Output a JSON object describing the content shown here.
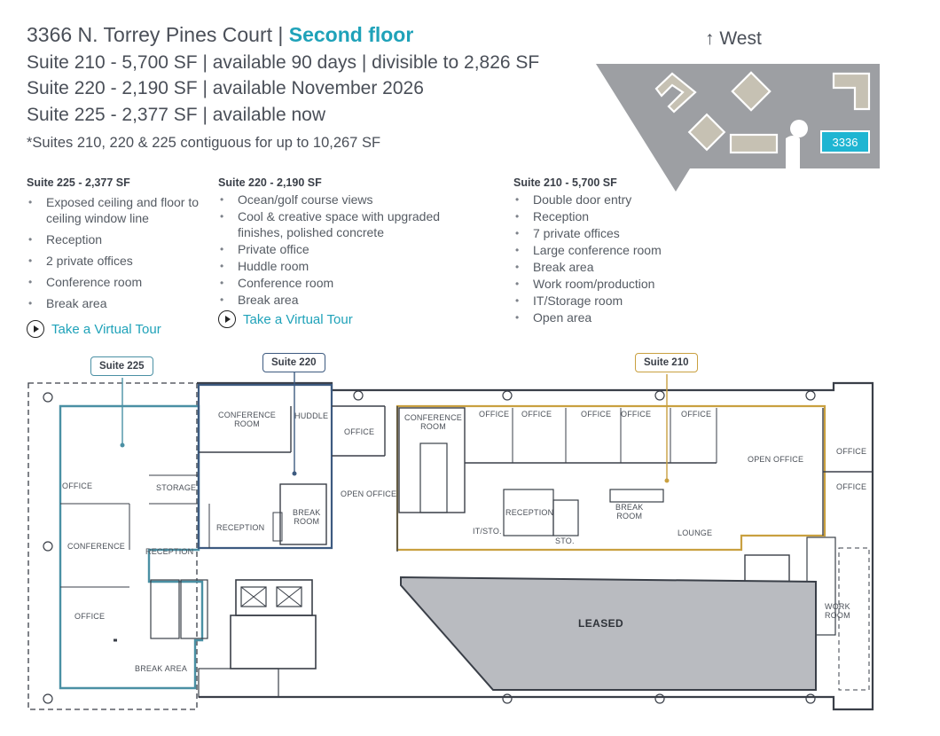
{
  "header": {
    "address": "3366 N. Torrey Pines Court | ",
    "floor": "Second floor",
    "lines": [
      "Suite 210 - 5,700 SF | available 90 days | divisible to 2,826 SF",
      "Suite 220 - 2,190 SF | available November 2026",
      "Suite 225 - 2,377 SF | available now"
    ],
    "note": "*Suites 210, 220 & 225 contiguous for up to 10,267 SF"
  },
  "site_map": {
    "north_label": "West",
    "north_arrow": "↑",
    "building_label": "3336"
  },
  "columns": [
    {
      "title": "Suite 225 - 2,377 SF",
      "items": [
        "Exposed ceiling and floor to ceiling window line",
        "Reception",
        "2 private offices",
        "Conference room",
        "Break area"
      ],
      "tour": "Take a Virtual Tour"
    },
    {
      "title": "Suite 220 - 2,190 SF",
      "items": [
        "Ocean/golf course views",
        "Cool & creative space with upgraded finishes, polished concrete",
        "Private office",
        "Huddle room",
        "Conference room",
        "Break area"
      ],
      "tour": "Take a Virtual Tour"
    },
    {
      "title": "Suite 210 - 5,700 SF",
      "items": [
        "Double door entry",
        "Reception",
        "7 private offices",
        "Large conference room",
        "Break area",
        "Work room/production",
        "IT/Storage room",
        "Open area"
      ]
    }
  ],
  "floor_plan": {
    "suite_tags": {
      "s225": "Suite 225",
      "s220": "Suite 220",
      "s210": "Suite 210"
    },
    "rooms": {
      "s225_office1": "OFFICE",
      "s225_storage": "STORAGE",
      "s225_conference": "CONFERENCE",
      "s225_reception": "RECEPTION",
      "s225_office2": "OFFICE",
      "s225_break": "BREAK AREA",
      "s220_conference_1": "CONFERENCE",
      "s220_conference_2": "ROOM",
      "s220_huddle": "HUDDLE",
      "s220_office": "OFFICE",
      "s220_open_office": "OPEN OFFICE",
      "s220_reception": "RECEPTION",
      "s220_break_1": "BREAK",
      "s220_break_2": "ROOM",
      "s210_conference_1": "CONFERENCE",
      "s210_conference_2": "ROOM",
      "s210_office1": "OFFICE",
      "s210_office2": "OFFICE",
      "s210_office3": "OFFICE",
      "s210_office4": "OFFICE",
      "s210_office5": "OFFICE",
      "s210_office6": "OFFICE",
      "s210_office7": "OFFICE",
      "s210_open_office": "OPEN OFFICE",
      "s210_reception": "RECEPTION",
      "s210_itsto": "IT/STO.",
      "s210_sto": "STO.",
      "s210_break_1": "BREAK",
      "s210_break_2": "ROOM",
      "s210_lounge": "LOUNGE",
      "s210_work_1": "WORK",
      "s210_work_2": "ROOM"
    },
    "leased": "LEASED"
  },
  "colors": {
    "accent": "#1fa2b9",
    "suite225": "#4a90a4",
    "suite220": "#3d5a80",
    "suite210": "#c9a040",
    "leased": "#b9bbc0",
    "site_ground": "#9d9fa3",
    "building": "#c6c1b3"
  }
}
